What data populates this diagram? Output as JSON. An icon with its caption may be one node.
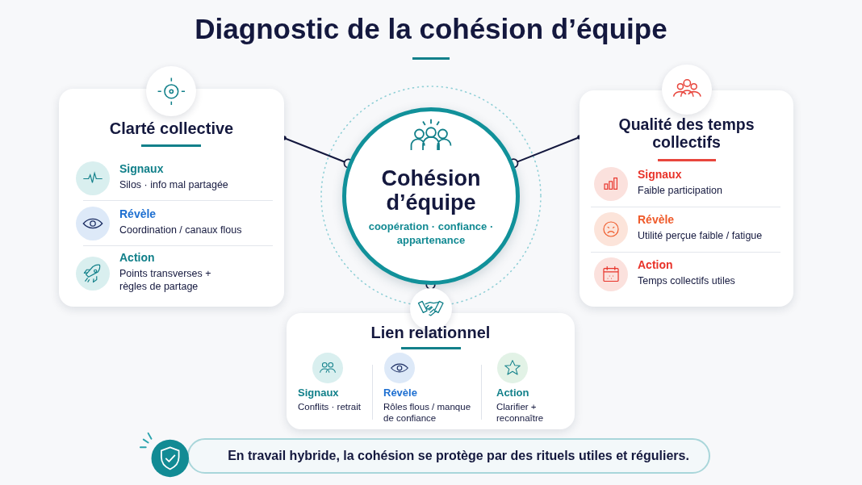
{
  "diagram": {
    "title": "Diagnostic de la cohésion d’équipe",
    "nodes": [
      {
        "text": [
          "Cohésion d’équipe",
          "coopération · confiance · appartenance"
        ]
      },
      {
        "text": [
          "Clarté collective"
        ]
      },
      {
        "text": [
          "Signaux",
          "Silos · info mal partagée"
        ],
        "in": 1
      },
      {
        "text": [
          "Révèle",
          "Coordination / canaux flous"
        ],
        "in": 1
      },
      {
        "text": [
          "Action",
          "Points transverses + règles de partage"
        ],
        "in": 1
      },
      {
        "text": [
          "Qualité des temps collectifs"
        ]
      },
      {
        "text": [
          "Signaux",
          "Faible participation"
        ],
        "in": 5
      },
      {
        "text": [
          "Révèle",
          "Utilité perçue faible / fatigue"
        ],
        "in": 5
      },
      {
        "text": [
          "Action",
          "Temps collectifs utiles"
        ],
        "in": 5
      },
      {
        "text": [
          "Lien relationnel"
        ]
      },
      {
        "text": [
          "Signaux",
          "Conflits · retrait"
        ],
        "in": 9
      },
      {
        "text": [
          "Révèle",
          "Rôles flous / manque de confiance"
        ],
        "in": 9
      },
      {
        "text": [
          "Action",
          "Clarifier + reconnaître"
        ],
        "in": 9
      },
      {
        "text": [
          "En travail hybride, la cohésion se protège par des rituels utiles et réguliers."
        ]
      }
    ],
    "edges": [
      {
        "from": 1,
        "to": 0,
        "arrow": "other"
      },
      {
        "from": 5,
        "to": 0,
        "arrow": "other"
      },
      {
        "from": 9,
        "to": 0,
        "arrow": "other"
      }
    ]
  }
}
